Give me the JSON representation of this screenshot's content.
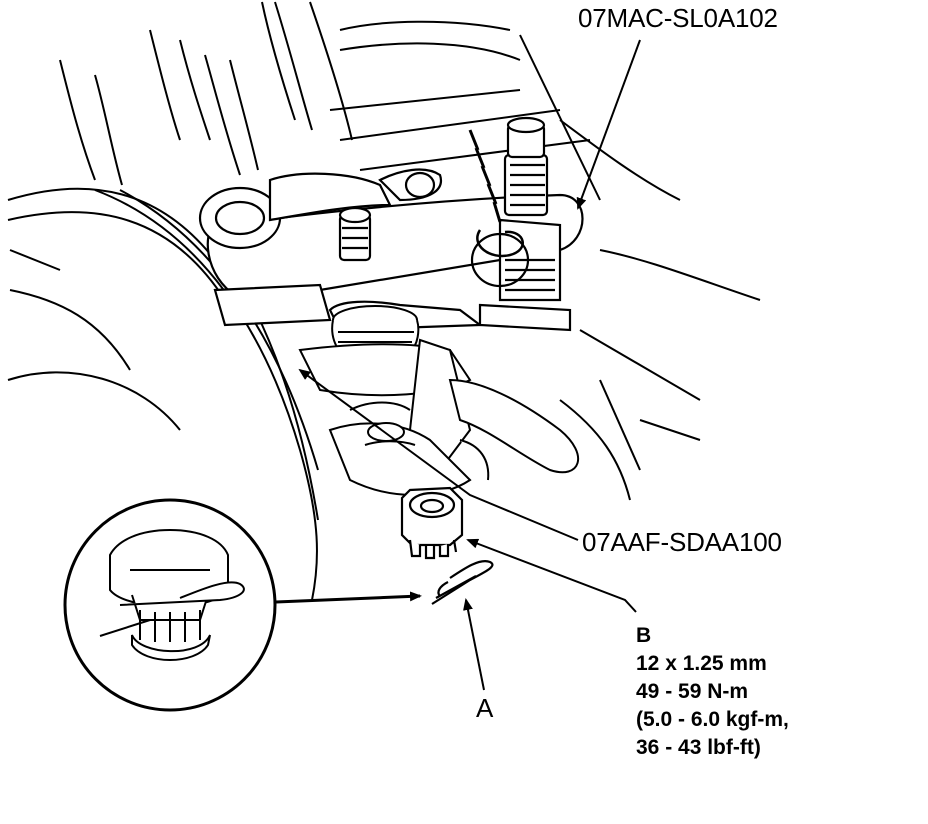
{
  "callouts": {
    "tool_upper": "07MAC-SL0A102",
    "tool_lower": "07AAF-SDAA100",
    "label_a": "A"
  },
  "spec_b": {
    "label": "B",
    "thread": "12 x 1.25 mm",
    "torque_nm": "49 - 59 N-m",
    "torque_kgfm": "(5.0 - 6.0 kgf-m,",
    "torque_lbfft": "36 - 43 lbf-ft)"
  },
  "colors": {
    "line": "#000000",
    "background": "#ffffff",
    "shade": "#d9d9d9"
  }
}
